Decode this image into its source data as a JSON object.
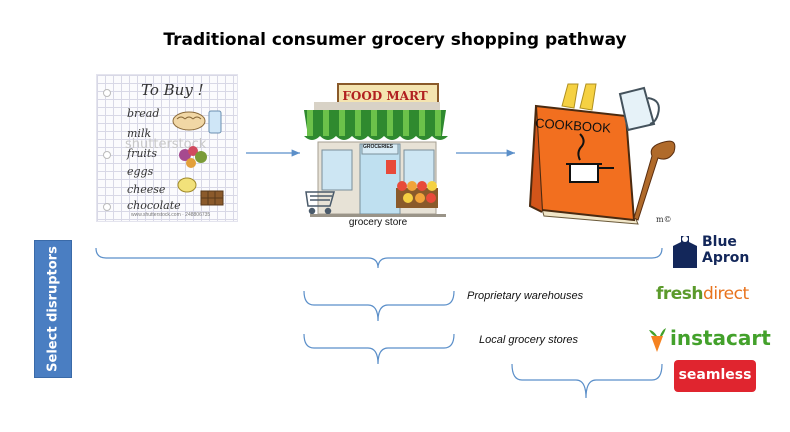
{
  "title": "Traditional consumer grocery shopping pathway",
  "shopping_list": {
    "heading": "To Buy !",
    "items": [
      "bread",
      "milk",
      "fruits",
      "eggs",
      "cheese",
      "chocolate"
    ],
    "watermark": "shutterstock",
    "footer": "www.shutterstock.com · 248806735"
  },
  "store": {
    "sign": "FOOD MART",
    "window_sign": "GROCERIES",
    "caption": "grocery store"
  },
  "cookbook": {
    "cover": "COOKBOOK"
  },
  "side_label": "Select disruptors",
  "notes": {
    "proprietary": "Proprietary warehouses",
    "local": "Local grocery stores"
  },
  "logos": {
    "blue_apron": {
      "line1": "Blue",
      "line2": "Apron",
      "color": "#13275a"
    },
    "freshdirect": {
      "part1": "fresh",
      "part2": "direct",
      "color": "#5b9a2b",
      "accent": "#e8731d"
    },
    "instacart": {
      "text": "instacart",
      "color": "#43a12b",
      "carrot": "#f58220"
    },
    "seamless": {
      "text": "seamless",
      "color": "#e0252f"
    }
  },
  "colors": {
    "arrow": "#5b8fc9",
    "bracket": "#5b8fc9",
    "side_box": "#4a7ec2"
  }
}
